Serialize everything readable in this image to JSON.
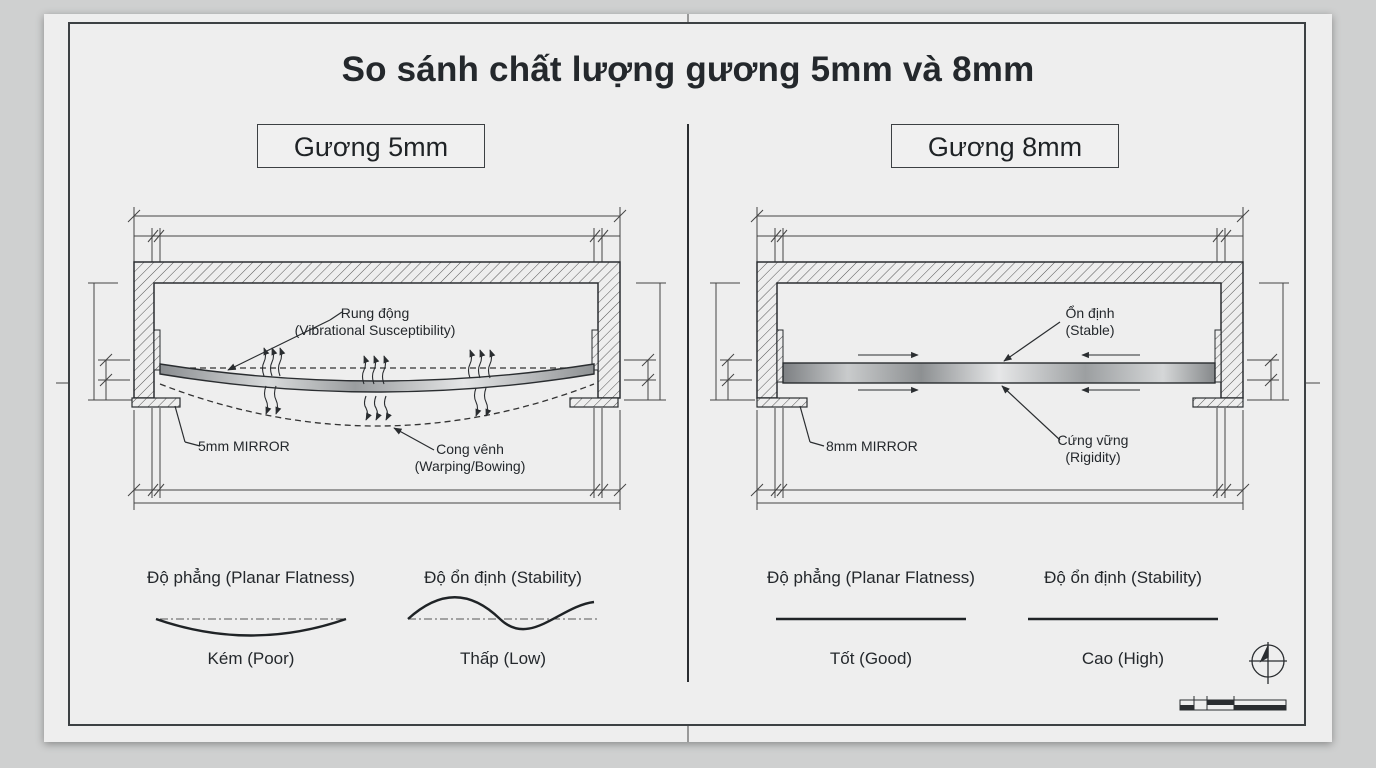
{
  "title": "So sánh chất lượng gương 5mm và 8mm",
  "left": {
    "heading": "Gương 5mm",
    "callouts": {
      "vibration": [
        "Rung động",
        "(Vibrational Susceptibility)"
      ],
      "warping": [
        "Cong vênh",
        "(Warping/Bowing)"
      ],
      "mirror": "5mm MIRROR"
    },
    "metrics": [
      {
        "label": "Độ phẳng (Planar Flatness)",
        "rating": "Kém (Poor)"
      },
      {
        "label": "Độ ổn định (Stability)",
        "rating": "Thấp (Low)"
      }
    ]
  },
  "right": {
    "heading": "Gương 8mm",
    "callouts": {
      "stable": [
        "Ổn định",
        "(Stable)"
      ],
      "rigidity": [
        "Cứng vững",
        "(Rigidity)"
      ],
      "mirror": "8mm MIRROR"
    },
    "metrics": [
      {
        "label": "Độ phẳng (Planar Flatness)",
        "rating": "Tốt (Good)"
      },
      {
        "label": "Độ ổn định (Stability)",
        "rating": "Cao (High)"
      }
    ]
  },
  "icons": [
    "north-arrow-icon",
    "scale-bar-icon"
  ]
}
